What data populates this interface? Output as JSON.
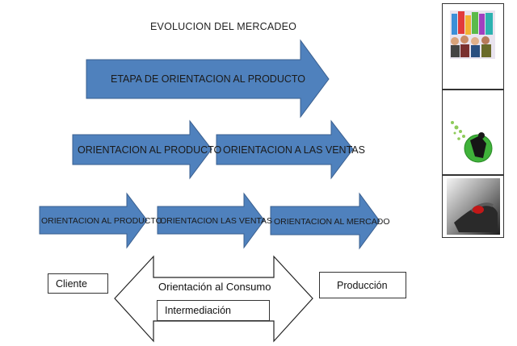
{
  "title": "EVOLUCION DEL MERCADEO",
  "stage_1": {
    "label": "ETAPA DE ORIENTACION AL PRODUCTO"
  },
  "stage_2": {
    "arrows": [
      "ORIENTACION AL PRODUCTO",
      "ORIENTACION A LAS VENTAS"
    ]
  },
  "stage_3": {
    "arrows": [
      "ORIENTACION AL PRODUCTO",
      "ORIENTACION LAS VENTAS",
      "ORIENTACION AL MERCADO"
    ]
  },
  "bottom": {
    "cliente": "Cliente",
    "produccion": "Producción",
    "consumo": "Orientación al Consumo",
    "intermediacion": "Intermediación"
  },
  "colors": {
    "arrow_fill": "#4f81bd",
    "arrow_stroke": "#3a5f8f"
  },
  "images": [
    "crowd-collage-image",
    "green-circle-figure-image",
    "hand-on-red-object-image"
  ]
}
